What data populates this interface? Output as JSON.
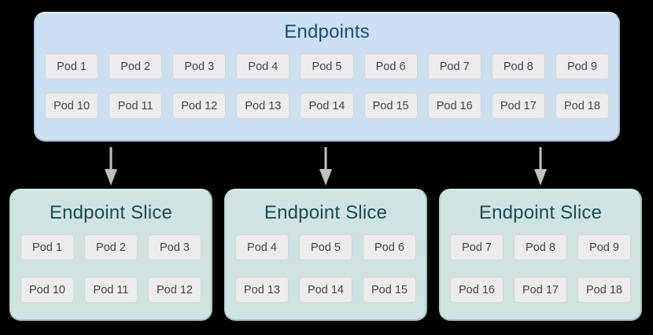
{
  "endpoints_box": {
    "title": "Endpoints",
    "pods": [
      "Pod 1",
      "Pod 2",
      "Pod 3",
      "Pod 4",
      "Pod 5",
      "Pod 6",
      "Pod 7",
      "Pod 8",
      "Pod 9",
      "Pod 10",
      "Pod 11",
      "Pod 12",
      "Pod 13",
      "Pod 14",
      "Pod 15",
      "Pod 16",
      "Pod 17",
      "Pod 18"
    ]
  },
  "slice_boxes": [
    {
      "title": "Endpoint Slice",
      "pods": [
        "Pod 1",
        "Pod 2",
        "Pod 3",
        "Pod 10",
        "Pod 11",
        "Pod 12"
      ]
    },
    {
      "title": "Endpoint Slice",
      "pods": [
        "Pod 4",
        "Pod 5",
        "Pod 6",
        "Pod 13",
        "Pod 14",
        "Pod 15"
      ]
    },
    {
      "title": "Endpoint Slice",
      "pods": [
        "Pod 7",
        "Pod 8",
        "Pod 9",
        "Pod 16",
        "Pod 17",
        "Pod 18"
      ]
    }
  ],
  "icons": {
    "arrow": "down-arrow"
  },
  "colors": {
    "background": "#000000",
    "endpoints_fill": "#cde0f3",
    "endpoints_title": "#174e7c",
    "slice_fill": "#cfe3e2",
    "slice_title": "#1d4b55",
    "pod_fill": "#ececec",
    "pod_border": "#d6d6d6",
    "pod_text": "#424649",
    "arrow": "#c0c0c0"
  }
}
